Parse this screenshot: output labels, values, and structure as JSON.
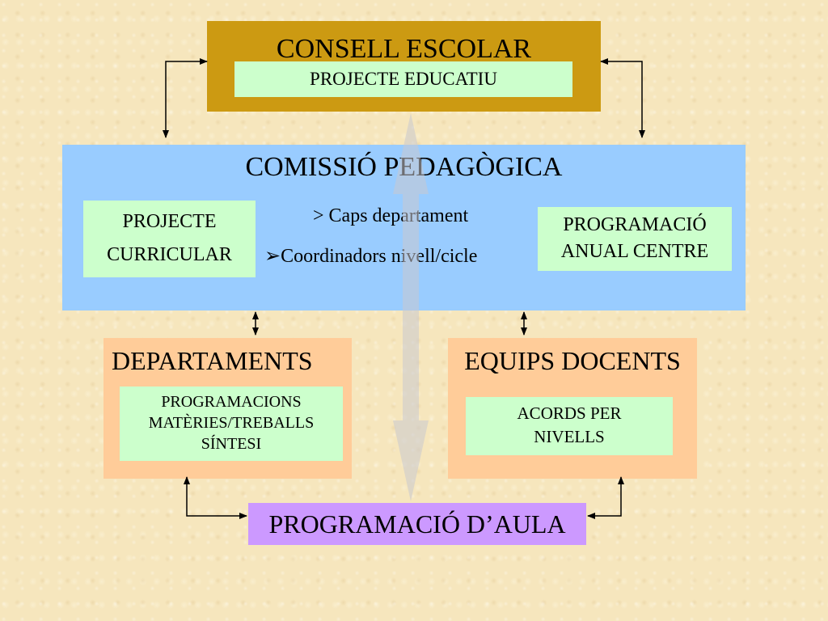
{
  "consell": {
    "title": "CONSELL ESCOLAR",
    "projecte": "PROJECTE EDUCATIU"
  },
  "comissio": {
    "title": "COMISSIÓ PEDAGÒGICA",
    "members": [
      "> Caps departament",
      "➢Coordinadors nivell/cicle"
    ],
    "projecte_curricular": [
      "PROJECTE",
      "CURRICULAR"
    ],
    "programacio_anual": [
      "PROGRAMACIÓ",
      "ANUAL CENTRE"
    ]
  },
  "departaments": {
    "title": "DEPARTAMENTS",
    "programacions": [
      "PROGRAMACIONS",
      "MATÈRIES/TREBALLS",
      "SÍNTESI"
    ]
  },
  "equips": {
    "title": "EQUIPS DOCENTS",
    "acords": [
      "ACORDS PER",
      "NIVELLS"
    ]
  },
  "aula": {
    "title": "PROGRAMACIÓ D’AULA"
  },
  "colors": {
    "consell": "#cc9a12",
    "comissio": "#99ccff",
    "inner_box": "#ccffcc",
    "group_box": "#ffcc99",
    "aula": "#cc99ff",
    "big_arrow": "#c8c8d0"
  }
}
